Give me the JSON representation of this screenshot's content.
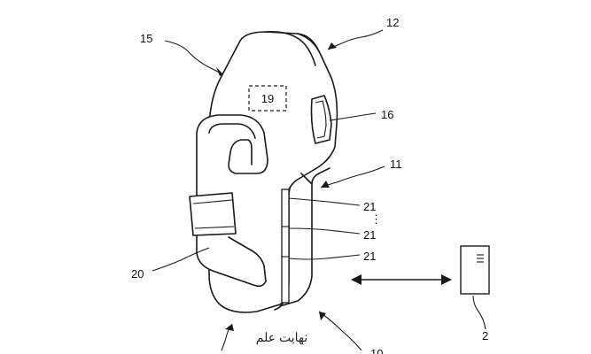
{
  "labels": {
    "controller_main": "12",
    "upper_face": "15",
    "inner_box": "19",
    "button": "16",
    "body": "11",
    "sensor_top": "21",
    "sensor_mid": "21",
    "sensor_bottom": "21",
    "strap": "20",
    "external_device": "2",
    "bottom_partial": "10"
  },
  "watermark": "نهایت علم"
}
